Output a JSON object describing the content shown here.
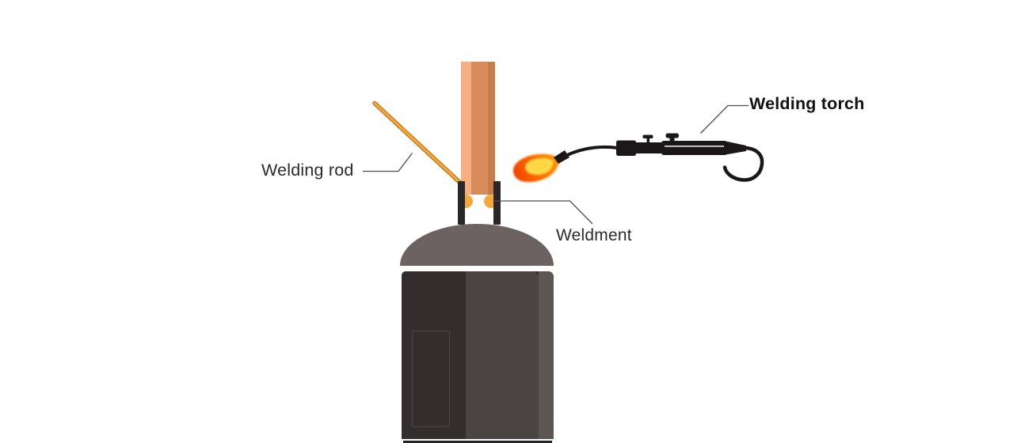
{
  "figure": {
    "labels": {
      "welding_rod": "Welding rod",
      "welding_torch": "Welding torch",
      "weldment": "Weldment"
    },
    "colors": {
      "bg": "#ffffff",
      "pipe_light": "#f6ae83",
      "pipe_main": "#d98c5b",
      "pipe_dark": "#c87c4b",
      "rod_fill": "#f3a93d",
      "rod_border": "#bd731d",
      "bead": "#f3a93d",
      "socket": "#2b2627",
      "dome": "#6b6261",
      "body_dark": "#332d2e",
      "body_mid": "#4a4443",
      "body_light": "#5e5655",
      "body_footer": "#282324",
      "panel_line": "#4e4648",
      "torch": "#1b1718",
      "flame_deep": "#ef4106",
      "flame_mid": "#fa6c03",
      "flame_bright": "#ff9803",
      "flame_inner": "#ffd844",
      "leader": "#4d4d4d",
      "label_text": "#2e292a",
      "label_text_bold": "#141112"
    }
  }
}
